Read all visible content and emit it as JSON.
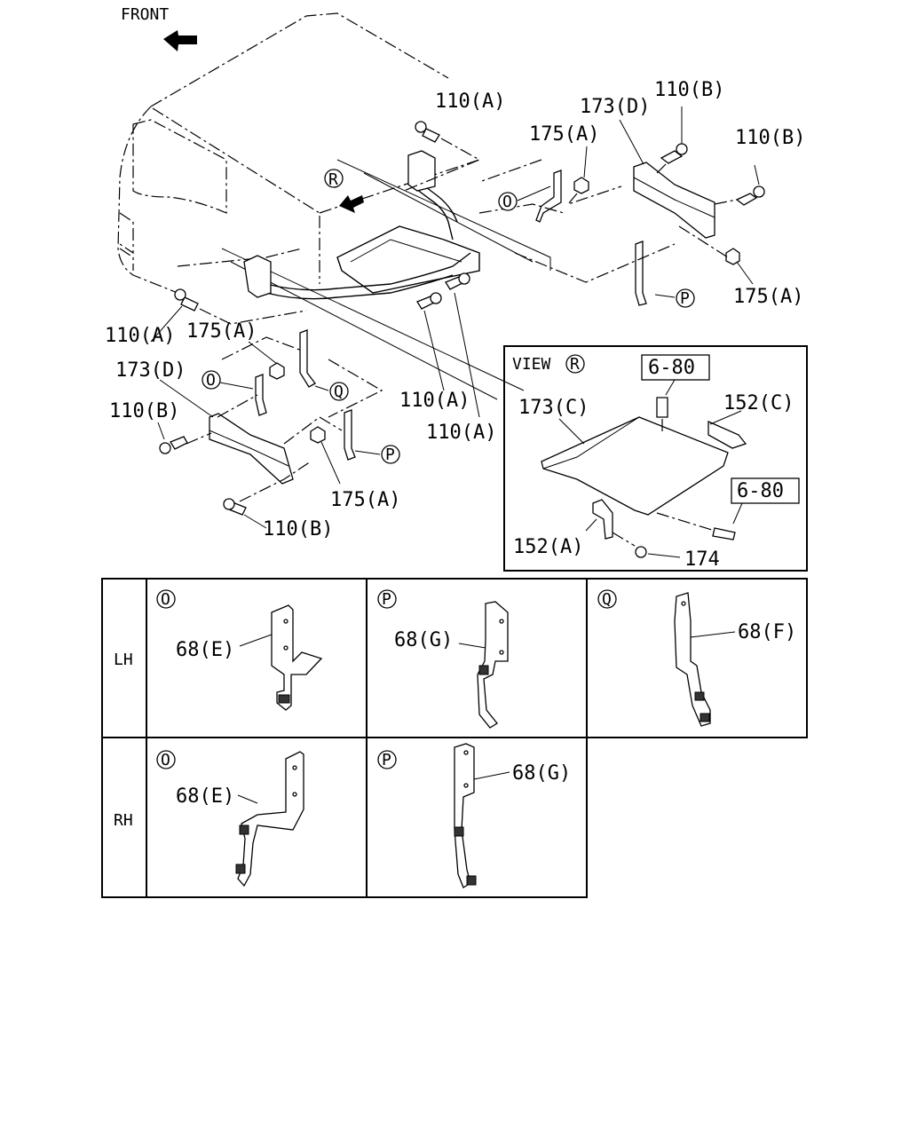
{
  "header": {
    "front_label": "FRONT"
  },
  "view_marker": "R",
  "callouts": {
    "bolt_a_top": "110(A)",
    "bolt_b_top": "110(B)",
    "bolt_b_right": "110(B)",
    "cover_d_right": "173(D)",
    "nut_a_upper": "175(A)",
    "nut_a_right": "175(A)",
    "bolt_a_left": "110(A)",
    "nut_a_left": "175(A)",
    "cover_d_left": "173(D)",
    "bolt_b_left": "110(B)",
    "bolt_a_mid1": "110(A)",
    "bolt_a_mid2": "110(A)",
    "nut_a_lower": "175(A)",
    "bolt_b_lower": "110(B)"
  },
  "markers": {
    "o": "O",
    "p": "P",
    "q": "Q"
  },
  "view_box": {
    "title": "VIEW",
    "ref_upper": "6-80",
    "ref_lower": "6-80",
    "cover_c": "173(C)",
    "bracket_c": "152(C)",
    "bracket_a": "152(A)",
    "bolt": "174"
  },
  "table": {
    "row_lh": "LH",
    "row_rh": "RH",
    "lh_o_part": "68(E)",
    "lh_p_part": "68(G)",
    "lh_q_part": "68(F)",
    "rh_o_part": "68(E)",
    "rh_p_part": "68(G)"
  }
}
